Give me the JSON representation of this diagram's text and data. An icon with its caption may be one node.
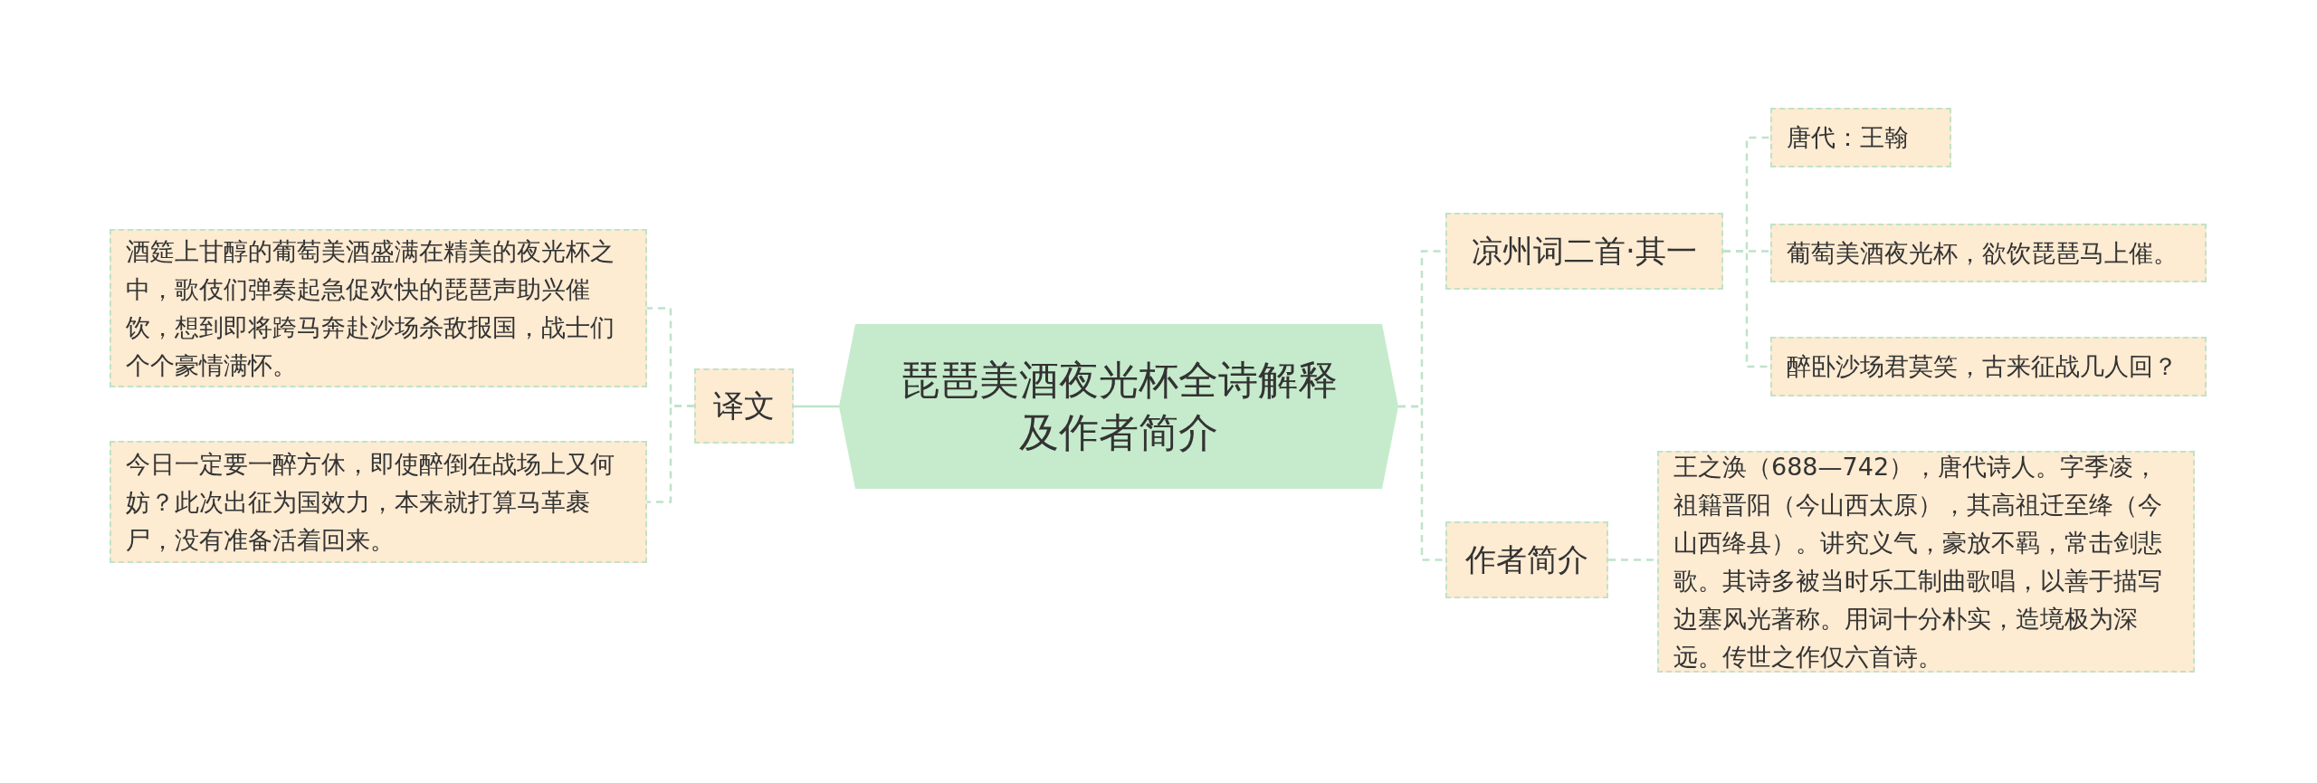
{
  "diagram": {
    "nodes": [
      {
        "text": [
          "琵琶美酒夜光杯全诗解释及作者简介"
        ]
      },
      {
        "text": [
          "译文"
        ]
      },
      {
        "text": [
          "酒筵上甘醇的葡萄美酒盛满在精美的夜光杯之中，歌伎们弹奏起急促欢快的琵琶声助兴催饮，想到即将跨马奔赴沙场杀敌报国，战士们个个豪情满怀。"
        ]
      },
      {
        "text": [
          "今日一定要一醉方休，即使醉倒在战场上又何妨？此次出征为国效力，本来就打算马革裹尸，没有准备活着回来。"
        ]
      },
      {
        "text": [
          "凉州词二首·其一"
        ]
      },
      {
        "text": [
          "唐代：王翰"
        ]
      },
      {
        "text": [
          "葡萄美酒夜光杯，欲饮琵琶马上催。"
        ]
      },
      {
        "text": [
          "醉卧沙场君莫笑，古来征战几人回？"
        ]
      },
      {
        "text": [
          "作者简介"
        ]
      },
      {
        "text": [
          "王之涣（688—742），唐代诗人。字季凌，祖籍晋阳（今山西太原），其高祖迁至绛（今山西绛县）。讲究义气，豪放不羁，常击剑悲歌。其诗多被当时乐工制曲歌唱，以善于描写边塞风光著称。用词十分朴实，造境极为深远。传世之作仅六首诗。"
        ]
      }
    ],
    "edges": [
      {
        "from": 0,
        "to": 1,
        "arrow": "none"
      },
      {
        "from": 1,
        "to": 2,
        "arrow": "none",
        "style": "dashed"
      },
      {
        "from": 1,
        "to": 3,
        "arrow": "none",
        "style": "dashed"
      },
      {
        "from": 0,
        "to": 4,
        "arrow": "none",
        "style": "dashed"
      },
      {
        "from": 0,
        "to": 8,
        "arrow": "none",
        "style": "dashed"
      },
      {
        "from": 4,
        "to": 5,
        "arrow": "none",
        "style": "dashed"
      },
      {
        "from": 4,
        "to": 6,
        "arrow": "none",
        "style": "dashed"
      },
      {
        "from": 4,
        "to": 7,
        "arrow": "none",
        "style": "dashed"
      },
      {
        "from": 8,
        "to": 9,
        "arrow": "none",
        "style": "dashed"
      }
    ]
  }
}
